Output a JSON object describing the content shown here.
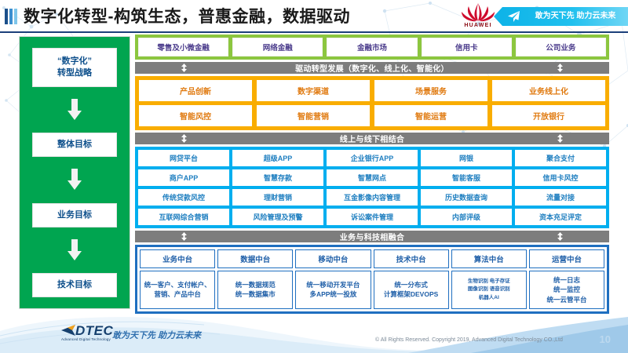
{
  "header": {
    "title": "数字化转型-构筑生态，普惠金融，数据驱动",
    "brand": "HUAWEI",
    "banner_text": "敢为天下先 助力云未来"
  },
  "strategy_column": {
    "items": [
      {
        "label": "“数字化”\n转型战略"
      },
      {
        "label": "整体目标"
      },
      {
        "label": "业务目标"
      },
      {
        "label": "技术目标"
      }
    ]
  },
  "business_band": {
    "cells": [
      "零售及小微金融",
      "网络金融",
      "金融市场",
      "信用卡",
      "公司业务"
    ]
  },
  "connectors": [
    {
      "label": "驱动转型发展（数字化、线上化、智能化）"
    },
    {
      "label": "线上与线下相结合"
    },
    {
      "label": "业务与科技相融合"
    }
  ],
  "drive_band": {
    "rows": [
      [
        "产品创新",
        "数字渠道",
        "场景服务",
        "业务线上化"
      ],
      [
        "智能风控",
        "智能营销",
        "智能运营",
        "开放银行"
      ]
    ]
  },
  "channel_band": {
    "rows": [
      [
        "网贷平台",
        "超级APP",
        "企业银行APP",
        "网银",
        "聚合支付"
      ],
      [
        "商户APP",
        "智慧存款",
        "智慧网点",
        "智能客服",
        "信用卡风控"
      ],
      [
        "传统贷款风控",
        "理财营销",
        "互金影像内容管理",
        "历史数据查询",
        "流量对接"
      ],
      [
        "互联网综合营销",
        "风险管理及预警",
        "诉讼案件管理",
        "内部评级",
        "资本充足评定"
      ]
    ]
  },
  "platform_band": {
    "headers": [
      "业务中台",
      "数据中台",
      "移动中台",
      "技术中台",
      "算法中台",
      "运营中台"
    ],
    "bodies": [
      "统一客户、支付帐户、营销、产品中台",
      "统一数据规范\n统一数据集市",
      "统一移动开发平台\n多APP统一投放",
      "统一分布式\n计算框架DEVOPS",
      "生物识别 电子存证\n图像识别 语音识别\n机器人AI",
      "统一日志\n统一监控\n统一云管平台"
    ]
  },
  "footer": {
    "logo_word": "DTEC",
    "logo_sub": "Advanced Digital Technology",
    "slogan": "敢为天下先   助力云未来",
    "copyright": "© All Rights Reserved. Copyright 2019, Advanced Digital Technology CO.,Ltd",
    "page_number": "10"
  },
  "colors": {
    "green_column": "#00A550",
    "green_band": "#8CC63F",
    "orange_band": "#F9AD00",
    "blue_band": "#00AEEF",
    "dark_blue": "#1F6FC0",
    "gray_bar": "#7D7D7D",
    "title_rule": "#1B3F7A",
    "huawei_red": "#CF0A2C"
  }
}
